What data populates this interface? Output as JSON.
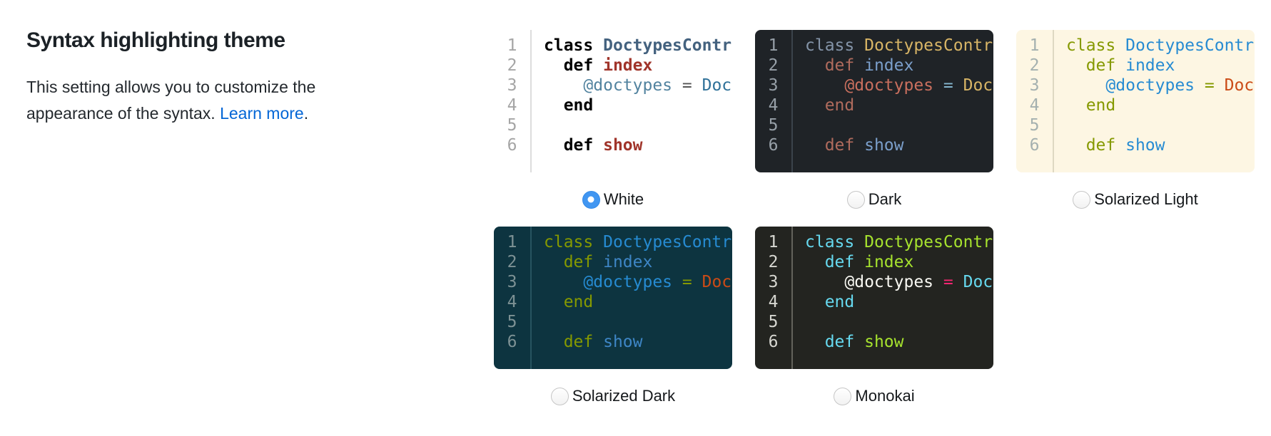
{
  "colors": {
    "link": "#0366d6",
    "accent": "#4196f1",
    "title_text": "#1b2126",
    "body_text": "#24292e",
    "label_text": "#15181b"
  },
  "section": {
    "title": "Syntax highlighting theme",
    "description": "This setting allows you to customize the appearance of the syntax.",
    "learn_more_label": "Learn more",
    "after_link": "."
  },
  "code_sample": {
    "line_numbers": [
      "1",
      "2",
      "3",
      "4",
      "5",
      "6"
    ],
    "lines": [
      [
        {
          "kind": "kw_class",
          "text": "class "
        },
        {
          "kind": "classname",
          "text": "DoctypesController"
        }
      ],
      [
        {
          "kind": "plain",
          "text": "  "
        },
        {
          "kind": "kw_def",
          "text": "def "
        },
        {
          "kind": "function",
          "text": "index"
        }
      ],
      [
        {
          "kind": "plain",
          "text": "    "
        },
        {
          "kind": "variable",
          "text": "@doctypes"
        },
        {
          "kind": "plain",
          "text": " "
        },
        {
          "kind": "operator",
          "text": "="
        },
        {
          "kind": "plain",
          "text": " "
        },
        {
          "kind": "constant",
          "text": "Doctype"
        }
      ],
      [
        {
          "kind": "plain",
          "text": "  "
        },
        {
          "kind": "kw_end",
          "text": "end"
        }
      ],
      [],
      [
        {
          "kind": "plain",
          "text": "  "
        },
        {
          "kind": "kw_def",
          "text": "def "
        },
        {
          "kind": "function",
          "text": "show"
        }
      ]
    ]
  },
  "themes": [
    {
      "name": "White",
      "selected": true,
      "bg": "#ffffff",
      "line_number": "#a5a5a5",
      "gutter_border": "#dddddd",
      "bold_kinds": [
        "kw_class",
        "kw_def",
        "kw_end",
        "classname",
        "function"
      ],
      "token_colors": {
        "plain": "#333333",
        "kw_class": "#000000",
        "kw_def": "#000000",
        "kw_end": "#000000",
        "classname": "#44627f",
        "function": "#a0342a",
        "variable": "#52839f",
        "operator": "#555555",
        "constant": "#2f7199"
      }
    },
    {
      "name": "Dark",
      "selected": false,
      "bg": "#1f2327",
      "line_number": "#97a0a8",
      "gutter_border": "#3b434b",
      "bold_kinds": [],
      "token_colors": {
        "plain": "#c9d1d9",
        "kw_class": "#8494a8",
        "kw_def": "#b06b5d",
        "kw_end": "#b06b5d",
        "classname": "#d8b566",
        "function": "#7b9fcb",
        "variable": "#c96f5e",
        "operator": "#85b7cf",
        "constant": "#d8b566"
      }
    },
    {
      "name": "Solarized Light",
      "selected": false,
      "bg": "#fdf6e3",
      "line_number": "#a4b0af",
      "gutter_border": "#ded8c2",
      "bold_kinds": [],
      "token_colors": {
        "plain": "#657b83",
        "kw_class": "#859900",
        "kw_def": "#859900",
        "kw_end": "#859900",
        "classname": "#268bd2",
        "function": "#268bd2",
        "variable": "#268bd2",
        "operator": "#859900",
        "constant": "#cb4b16"
      }
    },
    {
      "name": "Solarized Dark",
      "selected": false,
      "bg": "#0d3440",
      "line_number": "#7d9194",
      "gutter_border": "#275460",
      "bold_kinds": [],
      "token_colors": {
        "plain": "#839496",
        "kw_class": "#859900",
        "kw_def": "#859900",
        "kw_end": "#859900",
        "classname": "#268bd2",
        "function": "#3e86c6",
        "variable": "#268bd2",
        "operator": "#859900",
        "constant": "#cb4b16"
      }
    },
    {
      "name": "Monokai",
      "selected": false,
      "bg": "#232420",
      "line_number": "#d6d6d0",
      "gutter_border": "#63635c",
      "bold_kinds": [],
      "token_colors": {
        "plain": "#f8f8f2",
        "kw_class": "#66d9ef",
        "kw_def": "#66d9ef",
        "kw_end": "#66d9ef",
        "classname": "#a6e22e",
        "function": "#a6e22e",
        "variable": "#f8f8f2",
        "operator": "#f92672",
        "constant": "#66d9ef"
      }
    }
  ]
}
